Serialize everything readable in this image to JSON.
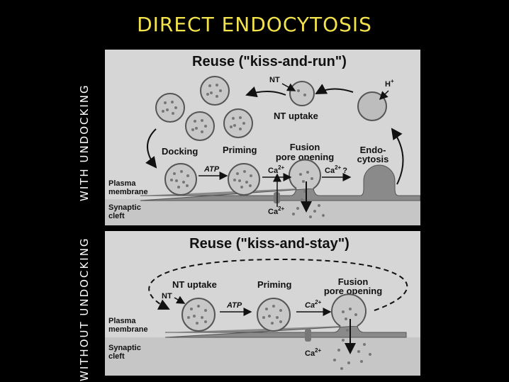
{
  "slide_title": "DIRECT ENDOCYTOSIS",
  "side_labels": {
    "top": "WITH UNDOCKING",
    "bottom": "WITHOUT UNDOCKING"
  },
  "panel_top": {
    "heading": "Reuse  (\"kiss-and-run\")",
    "nt": "NT",
    "h_plus": "H",
    "h_plus_sup": "+",
    "nt_uptake": "NT uptake",
    "docking": "Docking",
    "priming": "Priming",
    "fusion": "Fusion",
    "pore_opening": "pore opening",
    "endo": "Endo-",
    "cytosis": "cytosis",
    "atp": "ATP",
    "ca_left": "Ca",
    "ca_right": "Ca",
    "ca_charge": "2+",
    "ca_question": "?",
    "ca_bottom": "Ca",
    "plasma": "Plasma",
    "membrane": "membrane",
    "synaptic": "Synaptic",
    "cleft": "cleft"
  },
  "panel_bottom": {
    "heading": "Reuse  (\"kiss-and-stay\")",
    "nt_uptake": "NT uptake",
    "nt": "NT",
    "priming": "Priming",
    "fusion": "Fusion",
    "pore_opening": "pore opening",
    "atp": "ATP",
    "ca_top": "Ca",
    "ca_charge": "2+",
    "ca_bottom": "Ca",
    "plasma": "Plasma",
    "membrane": "membrane",
    "synaptic": "Synaptic",
    "cleft": "cleft"
  },
  "colors": {
    "title": "#f2e24c",
    "panel_bg": "#d6d6d6",
    "vesicle_fill": "#c8c8c8",
    "vesicle_stroke": "#555555",
    "dot": "#777777",
    "membrane": "#8a8a8a"
  }
}
